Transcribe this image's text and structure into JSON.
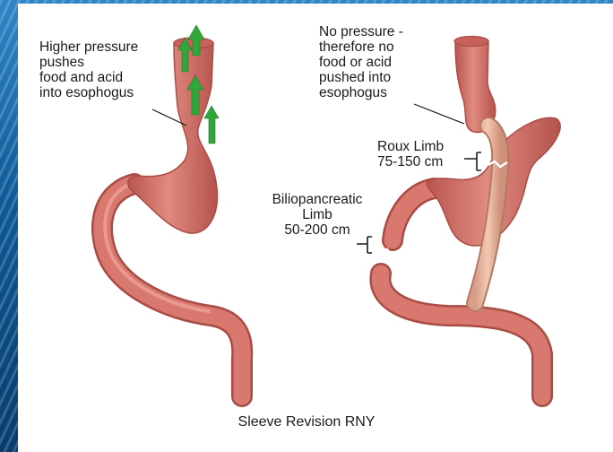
{
  "left_figure": {
    "label": "Higher pressure\npushes\nfood and acid\ninto esophogus"
  },
  "right_figure": {
    "pressure_label": "No pressure -\ntherefore no\nfood or acid\npushed into\nesophogus",
    "roux_label": "Roux Limb\n75-150 cm",
    "bilio_label": "Biliopancreatic\nLimb\n50-200 cm"
  },
  "caption": "Sleeve Revision RNY",
  "colors": {
    "tissue": "#d9786f",
    "tissue_dark": "#a94c46",
    "tissue_light": "#f0a79c",
    "roux": "#e9b39c",
    "arrow": "#2fa83a"
  }
}
